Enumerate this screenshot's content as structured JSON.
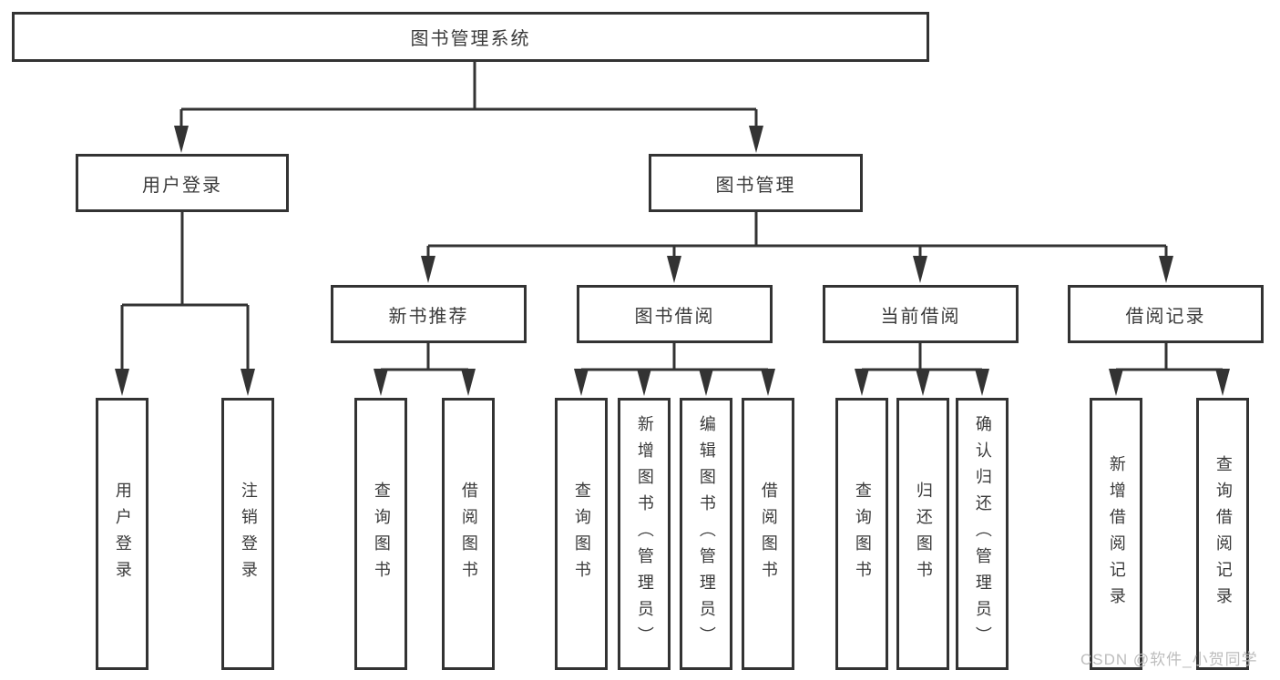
{
  "colors": {
    "line": "#333333",
    "text": "#3a3a3a",
    "background": "#ffffff",
    "watermark": "#bdbdbd"
  },
  "watermark": {
    "text": "CSDN @软件_小贺同学"
  },
  "tree": {
    "root": {
      "label": "图书管理系统",
      "children": [
        {
          "label": "用户登录",
          "children": [
            {
              "label": "用户登录"
            },
            {
              "label": "注销登录"
            }
          ]
        },
        {
          "label": "图书管理",
          "children": [
            {
              "label": "新书推荐",
              "children": [
                {
                  "label": "查询图书"
                },
                {
                  "label": "借阅图书"
                }
              ]
            },
            {
              "label": "图书借阅",
              "children": [
                {
                  "label": "查询图书"
                },
                {
                  "label": "新增图书（管理员）"
                },
                {
                  "label": "编辑图书（管理员）"
                },
                {
                  "label": "借阅图书"
                }
              ]
            },
            {
              "label": "当前借阅",
              "children": [
                {
                  "label": "查询图书"
                },
                {
                  "label": "归还图书"
                },
                {
                  "label": "确认归还（管理员）"
                }
              ]
            },
            {
              "label": "借阅记录",
              "children": [
                {
                  "label": "新增借阅记录"
                },
                {
                  "label": "查询借阅记录"
                }
              ]
            }
          ]
        }
      ]
    }
  }
}
